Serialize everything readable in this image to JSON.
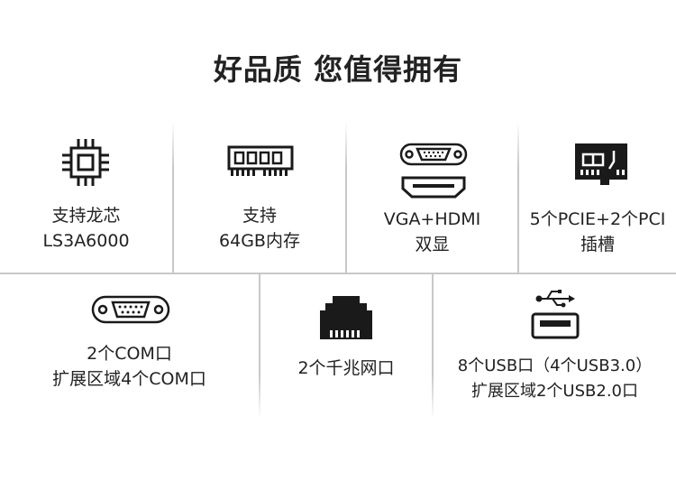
{
  "title": "好品质 您值得拥有",
  "features_row1": [
    {
      "icon": "cpu-chip-icon",
      "lines": [
        "支持龙芯",
        "LS3A6000"
      ]
    },
    {
      "icon": "memory-module-icon",
      "lines": [
        "支持",
        "64GB内存"
      ]
    },
    {
      "icon": "vga-hdmi-port-icon",
      "lines": [
        "VGA+HDMI",
        "双显"
      ]
    },
    {
      "icon": "expansion-card-icon",
      "lines": [
        "5个PCIE+2个PCI",
        "插槽"
      ]
    }
  ],
  "features_row2": [
    {
      "icon": "com-serial-port-icon",
      "lines": [
        "2个COM口",
        "扩展区域4个COM口"
      ]
    },
    {
      "icon": "ethernet-port-icon",
      "lines": [
        "2个千兆网口"
      ]
    },
    {
      "icon": "usb-port-icon",
      "lines": [
        "8个USB口（4个USB3.0）",
        "扩展区域2个USB2.0口"
      ]
    }
  ],
  "colors": {
    "line": "#c8c8c8",
    "text": "#222222",
    "icon": "#1a1a1a"
  }
}
